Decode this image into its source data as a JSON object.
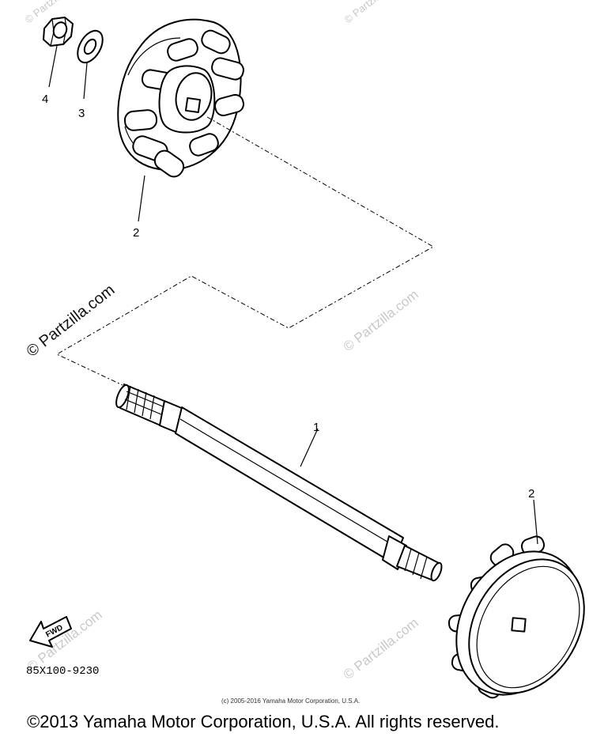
{
  "watermarks": {
    "text": "© Partzilla.com",
    "color": "#c8c8c8"
  },
  "callouts": {
    "nut": "4",
    "washer": "3",
    "impeller_top": "2",
    "shaft": "1",
    "impeller_bottom": "2"
  },
  "fwd_label": "FWD",
  "diagram_code": "85X100-9230",
  "copyright_small": "(c) 2005-2016 Yamaha Motor Corporation, U.S.A.",
  "copyright_large": "©2013 Yamaha Motor Corporation, U.S.A. All rights reserved."
}
